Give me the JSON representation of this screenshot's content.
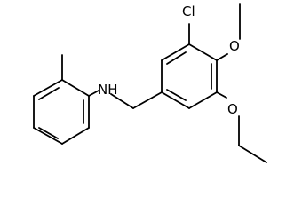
{
  "molecule": {
    "atoms": {
      "nh": "NH",
      "cl": "Cl",
      "o_top": "O",
      "o_right": "O"
    },
    "colors": {
      "bond": "#000000",
      "label": "#000000",
      "background": "#ffffff"
    }
  }
}
